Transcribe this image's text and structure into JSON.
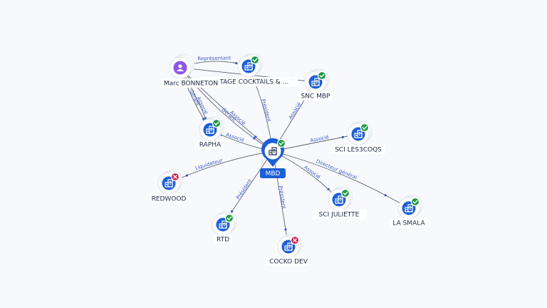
{
  "colors": {
    "company_icon": "#1d5fd6",
    "person_icon": "#8e58e6",
    "edge": "#5a6273",
    "edge_label": "#3d57c8",
    "status_active": "#1f9b45",
    "status_closed": "#d8224a",
    "label_text": "#1f2a44",
    "center_label_bg": "#1d5fd6",
    "background": "#f8f9fc"
  },
  "center_node": {
    "label": "MBD",
    "icon": "building-icon",
    "status": "active"
  },
  "person_nodes": [
    {
      "id": "marc",
      "label": "Marc BONNETON",
      "icon": "person-icon"
    }
  ],
  "company_nodes": [
    {
      "id": "vintage",
      "label": "VINTAGE COCKTAILS & ...",
      "status": "active"
    },
    {
      "id": "snc",
      "label": "SNC MBP",
      "status": "active"
    },
    {
      "id": "sci3",
      "label": "SCI LES3COQS",
      "status": "active"
    },
    {
      "id": "rapha",
      "label": "RAPHA",
      "status": "active"
    },
    {
      "id": "redwood",
      "label": "REDWOOD",
      "status": "closed"
    },
    {
      "id": "rtd",
      "label": "RTD",
      "status": "active"
    },
    {
      "id": "cocko",
      "label": "COCKO DEV",
      "status": "closed"
    },
    {
      "id": "juliette",
      "label": "SCI JULIETTE",
      "status": "active"
    },
    {
      "id": "smala",
      "label": "LA SMALA",
      "status": "active"
    }
  ],
  "relations": [
    {
      "from": "center",
      "to": "vintage",
      "label": "Président"
    },
    {
      "from": "center",
      "to": "snc",
      "label": "Associé"
    },
    {
      "from": "center",
      "to": "sci3",
      "label": "Associé"
    },
    {
      "from": "center",
      "to": "rapha",
      "label": "Associé"
    },
    {
      "from": "center",
      "to": "redwood",
      "label": "Liquidateur"
    },
    {
      "from": "center",
      "to": "rtd",
      "label": "Président"
    },
    {
      "from": "center",
      "to": "cocko",
      "label": "Président"
    },
    {
      "from": "center",
      "to": "juliette",
      "label": "Associé"
    },
    {
      "from": "center",
      "to": "smala",
      "label": "Directeur général"
    },
    {
      "from": "marc",
      "to": "center",
      "label": "Gérant"
    },
    {
      "from": "marc",
      "to": "center",
      "label": "Associé"
    },
    {
      "from": "marc",
      "to": "rapha",
      "label": "Gérant"
    },
    {
      "from": "marc",
      "to": "rapha",
      "label": "Associé"
    },
    {
      "from": "marc",
      "to": "vintage",
      "label": "Représentant"
    },
    {
      "from": "marc",
      "to": "snc",
      "label": ""
    }
  ]
}
